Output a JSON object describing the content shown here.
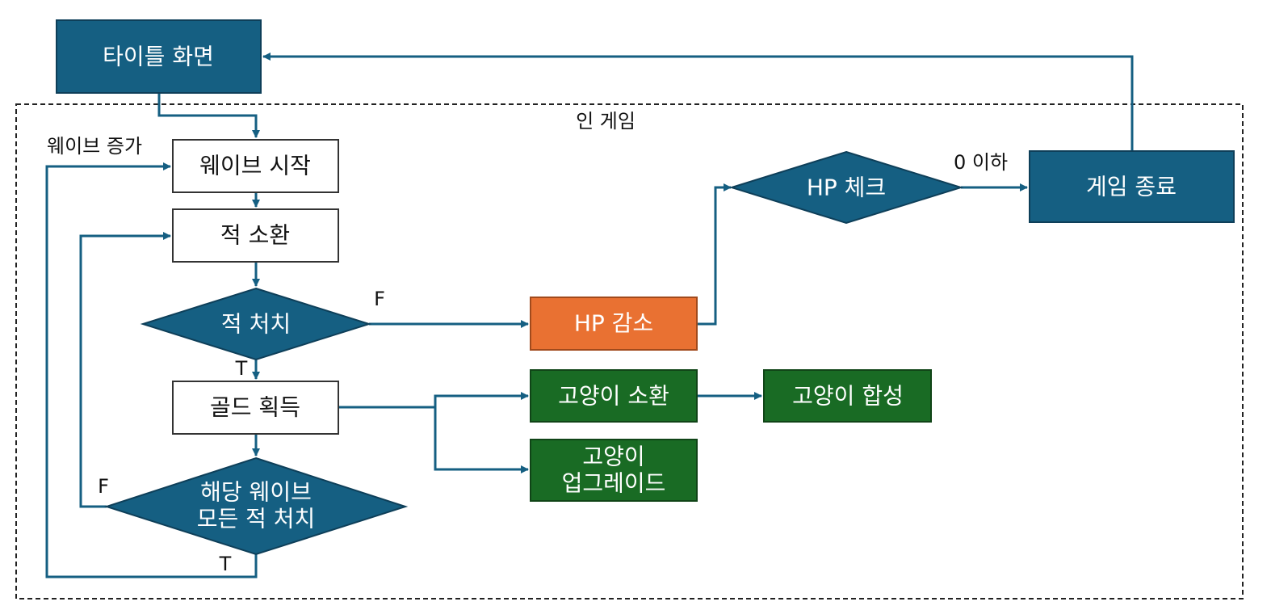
{
  "colors": {
    "blue": "#155F82",
    "blue_border": "#0E3F59",
    "orange": "#E97132",
    "orange_border": "#A14A1C",
    "green": "#196B24",
    "green_border": "#104417",
    "white_box_border": "#333333",
    "edge": "#155F82",
    "text_dark": "#111111",
    "text_light": "#ffffff"
  },
  "group": {
    "label": "인 게임"
  },
  "nodes": {
    "title_screen": "타이틀 화면",
    "wave_start": "웨이브 시작",
    "enemy_spawn": "적 소환",
    "enemy_killed": "적 처치",
    "gold_gain": "골드 획득",
    "all_killed_line1": "해당 웨이브",
    "all_killed_line2": "모든 적 처치",
    "hp_decrease": "HP 감소",
    "hp_check": "HP 체크",
    "game_over": "게임 종료",
    "cat_summon": "고양이 소환",
    "cat_merge": "고양이 합성",
    "cat_upgrade_line1": "고양이",
    "cat_upgrade_line2": "업그레이드"
  },
  "edge_labels": {
    "wave_increase": "웨이브 증가",
    "hp_zero_or_less": "0 이하",
    "enemy_killed_false": "F",
    "enemy_killed_true": "T",
    "all_killed_false": "F",
    "all_killed_true": "T"
  }
}
